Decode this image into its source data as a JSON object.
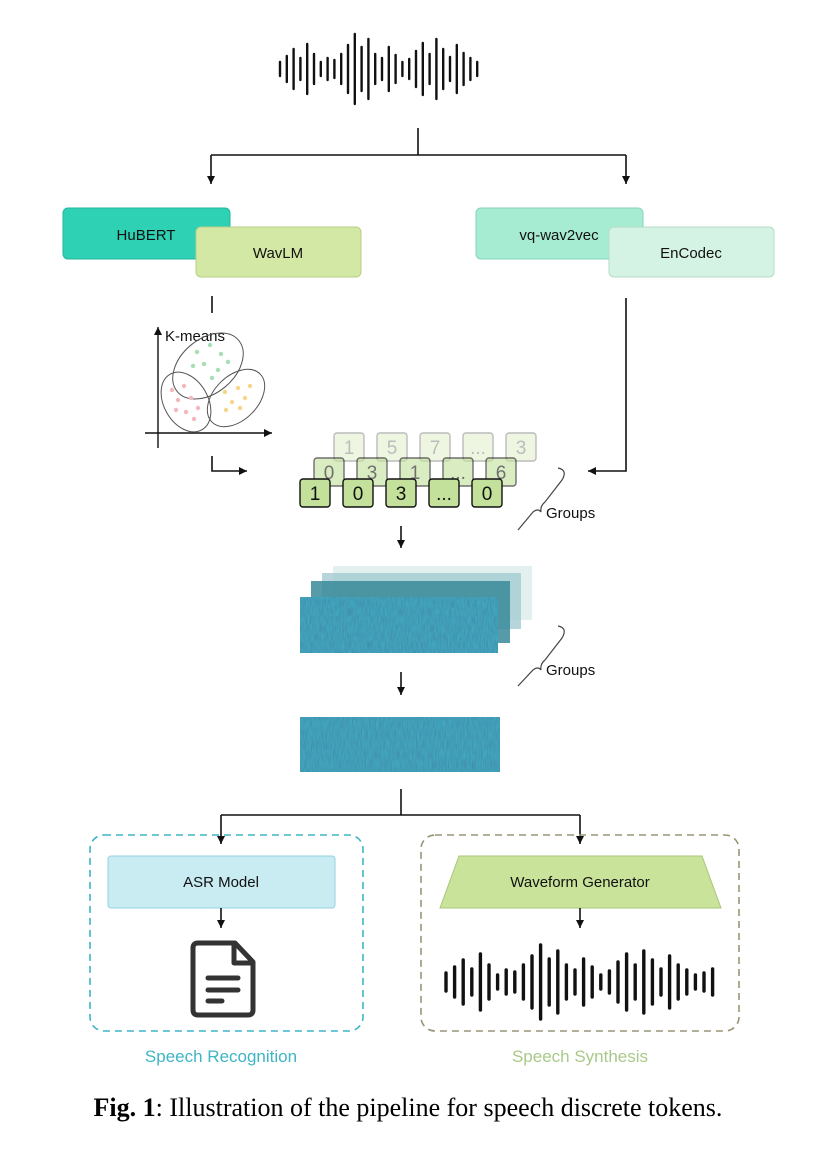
{
  "encoders": {
    "hubert": "HuBERT",
    "wavlm": "WavLM",
    "vq_wav2vec": "vq-wav2vec",
    "encodec": "EnCodec"
  },
  "kmeans_label": "K-means",
  "tokens": {
    "front": [
      "1",
      "0",
      "3",
      "...",
      "0"
    ],
    "second": [
      "0",
      "3",
      "1",
      "...",
      "6"
    ],
    "third": [
      "1",
      "5",
      "7",
      "...",
      "3"
    ]
  },
  "groups_label": "Groups",
  "asr_model": "ASR Model",
  "waveform_generator": "Waveform Generator",
  "speech_recognition": "Speech Recognition",
  "speech_synthesis": "Speech Synthesis",
  "caption": {
    "prefix": "Fig. 1",
    "text": ": Illustration of the pipeline for speech discrete tokens."
  },
  "colors": {
    "hubert": "#2ed1b4",
    "wavlm": "#d4e8a5",
    "vq_wav2vec": "#a6ecd3",
    "encodec": "#d5f3e4",
    "token": "#c3e19a",
    "asr": "#c9ecf3",
    "generator": "#c9e39b",
    "recognition": "#3fb5c5",
    "synthesis": "#a9c98a"
  },
  "icons": [
    "waveform-icon",
    "document-icon",
    "cluster-scatter-icon",
    "feature-heatmap-icon"
  ]
}
